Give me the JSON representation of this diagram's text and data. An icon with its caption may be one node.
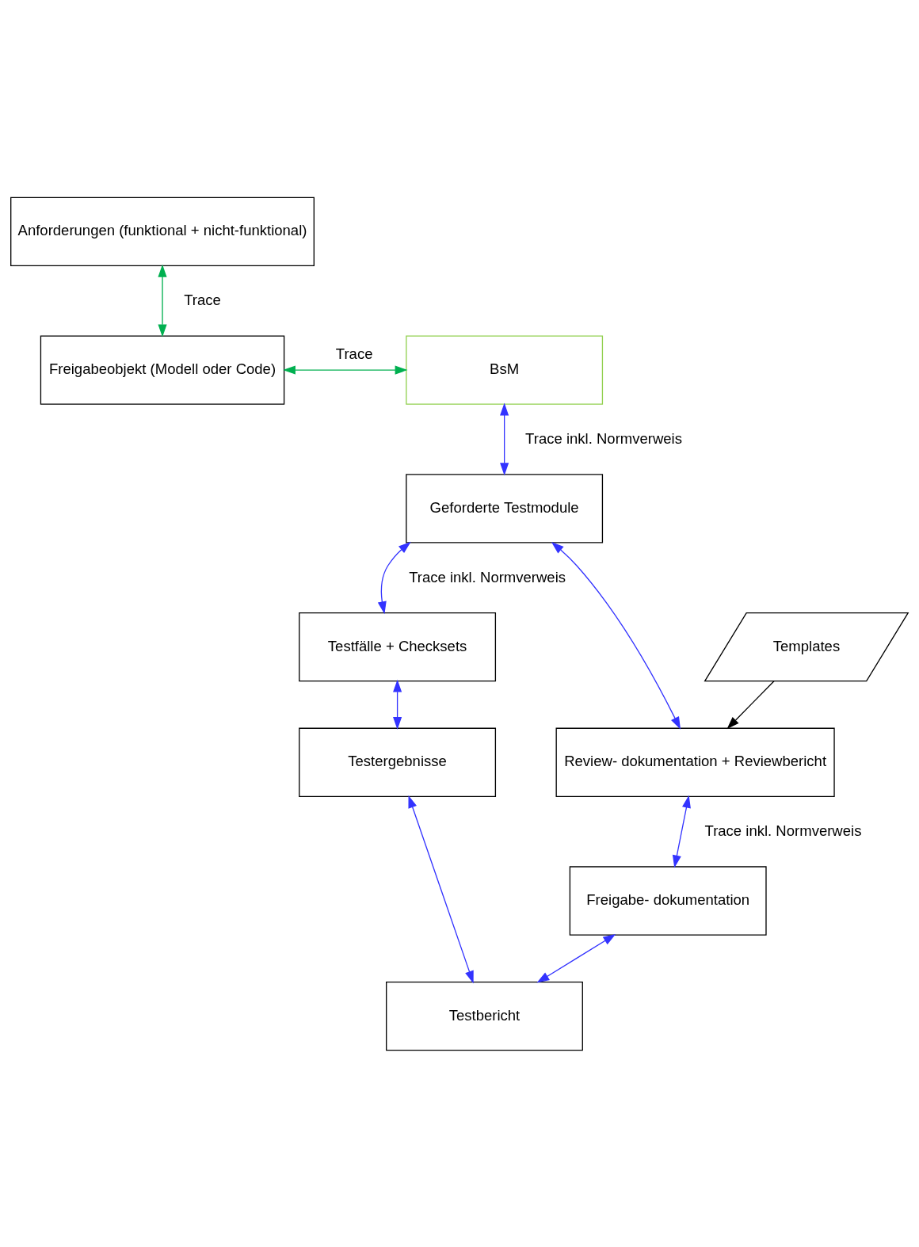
{
  "diagram": {
    "nodes": [
      {
        "text": [
          "Anforderungen (funktional + nicht-funktional)"
        ]
      },
      {
        "text": [
          "Freigabeobjekt (Modell oder Code)"
        ]
      },
      {
        "text": [
          "BsM"
        ]
      },
      {
        "text": [
          "Geforderte Testmodule"
        ]
      },
      {
        "text": [
          "Templates"
        ]
      },
      {
        "text": [
          "Testfälle + Checksets"
        ]
      },
      {
        "text": [
          "Review- dokumentation + Reviewbericht"
        ]
      },
      {
        "text": [
          "Testergebnisse"
        ]
      },
      {
        "text": [
          "Testbericht"
        ]
      },
      {
        "text": [
          "Freigabe- dokumentation"
        ]
      }
    ],
    "edges": [
      {
        "from": 0,
        "to": 1,
        "arrow": "both",
        "label": "Trace",
        "color": "#00b050"
      },
      {
        "from": 1,
        "to": 2,
        "arrow": "both",
        "label": "Trace",
        "color": "#00b050"
      },
      {
        "from": 2,
        "to": 3,
        "arrow": "both",
        "label": "Trace inkl. Normverweis",
        "color": "#3333ff"
      },
      {
        "from": 3,
        "to": 5,
        "arrow": "both",
        "label": "Trace inkl. Normverweis",
        "color": "#3333ff"
      },
      {
        "from": 3,
        "to": 6,
        "arrow": "both",
        "color": "#3333ff"
      },
      {
        "from": 4,
        "to": 6,
        "arrow": "to",
        "color": "#000000"
      },
      {
        "from": 5,
        "to": 7,
        "arrow": "both",
        "color": "#3333ff"
      },
      {
        "from": 7,
        "to": 8,
        "arrow": "both",
        "color": "#3333ff"
      },
      {
        "from": 6,
        "to": 9,
        "arrow": "both",
        "label": "Trace inkl. Normverweis",
        "color": "#3333ff"
      },
      {
        "from": 9,
        "to": 8,
        "arrow": "both",
        "color": "#3333ff"
      }
    ]
  }
}
